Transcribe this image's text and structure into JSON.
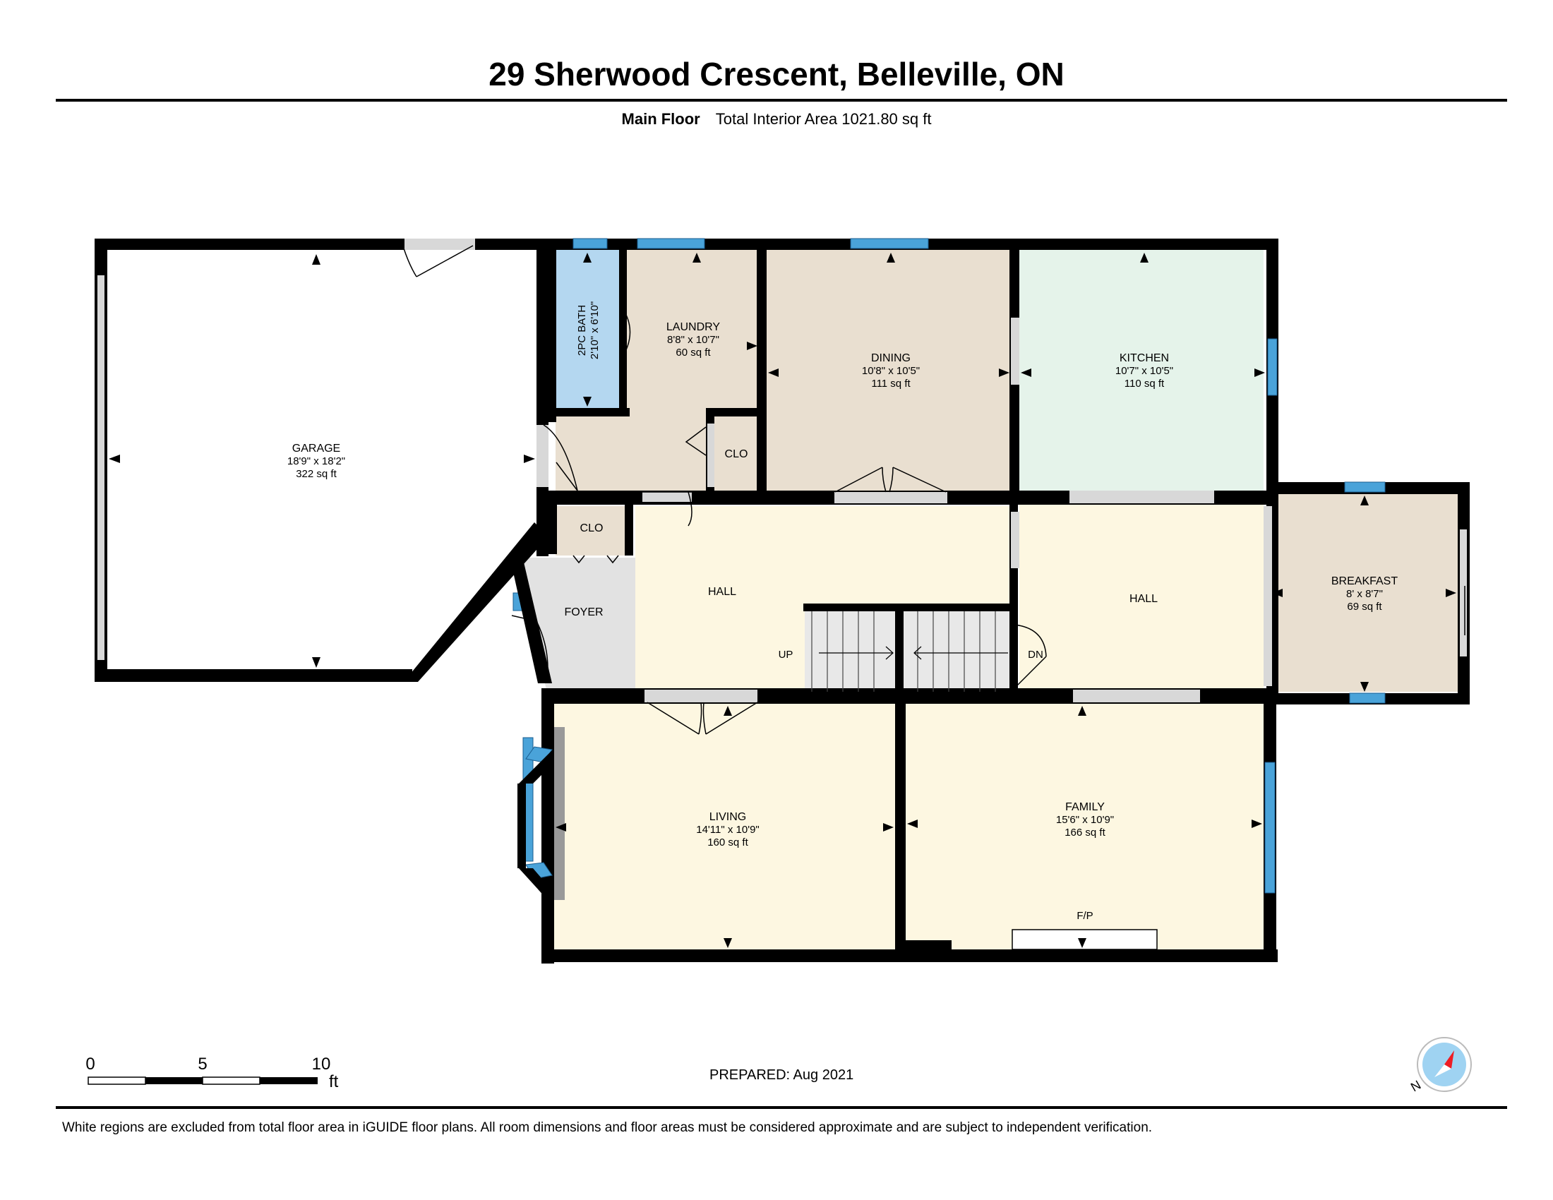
{
  "header": {
    "title": "29 Sherwood Crescent, Belleville, ON",
    "floor_label": "Main Floor",
    "area_label": "Total Interior Area 1021.80 sq ft"
  },
  "rooms": {
    "garage": {
      "name": "GARAGE",
      "dims": "18'9\" x 18'2\"",
      "area": "322 sq ft"
    },
    "bath": {
      "name": "2PC BATH",
      "dims": "2'10\" x 6'10\""
    },
    "laundry": {
      "name": "LAUNDRY",
      "dims": "8'8\" x 10'7\"",
      "area": "60 sq ft"
    },
    "dining": {
      "name": "DINING",
      "dims": "10'8\" x 10'5\"",
      "area": "111 sq ft"
    },
    "kitchen": {
      "name": "KITCHEN",
      "dims": "10'7\" x 10'5\"",
      "area": "110 sq ft"
    },
    "clo_laundry": {
      "name": "CLO"
    },
    "clo_foyer": {
      "name": "CLO"
    },
    "foyer": {
      "name": "FOYER"
    },
    "hall_left": {
      "name": "HALL"
    },
    "hall_right": {
      "name": "HALL"
    },
    "breakfast": {
      "name": "BREAKFAST",
      "dims": "8' x 8'7\"",
      "area": "69 sq ft"
    },
    "living": {
      "name": "LIVING",
      "dims": "14'11\" x 10'9\"",
      "area": "160 sq ft"
    },
    "family": {
      "name": "FAMILY",
      "dims": "15'6\" x 10'9\"",
      "area": "166 sq ft",
      "feature": "F/P"
    }
  },
  "stairs": {
    "up": "UP",
    "down": "DN"
  },
  "scale_bar": {
    "ticks": [
      "0",
      "5",
      "10"
    ],
    "unit": "ft"
  },
  "compass": {
    "north_label": "N"
  },
  "colors": {
    "wall": "#000000",
    "window": "#4aa3d9",
    "bath": "#b4d7f0",
    "utility": "#e9dfd0",
    "kitchen": "#e5f3ea",
    "living": "#fdf7e1",
    "foyer": "#e2e2e2",
    "door_gap": "#d8d8d8"
  },
  "footer": {
    "prepared": "PREPARED: Aug 2021",
    "disclaimer": "White regions are excluded from total floor area in iGUIDE floor plans. All room dimensions and floor areas must be considered approximate and are subject to independent verification."
  }
}
